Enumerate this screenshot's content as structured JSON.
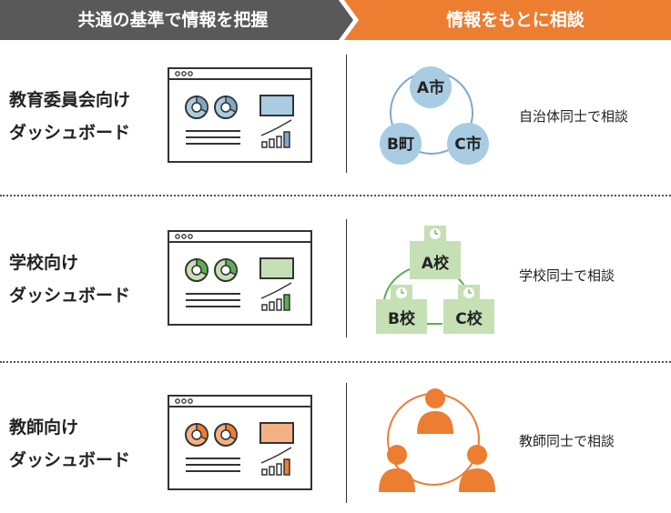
{
  "header": {
    "left_label": "共通の基準で情報を把握",
    "right_label": "情報をもとに相談",
    "left_color": "#595959",
    "right_color": "#ED7D31"
  },
  "rows": [
    {
      "label_line1": "教育委員会向け",
      "label_line2": "ダッシュボード",
      "accent": "#7FA8C9",
      "fill": "#A9CCE3",
      "nodes": [
        "A市",
        "B町",
        "C市"
      ],
      "node_type": "circle",
      "description": "自治体同士で相談"
    },
    {
      "label_line1": "学校向け",
      "label_line2": "ダッシュボード",
      "accent": "#5BAF50",
      "fill": "#C5E0B4",
      "nodes": [
        "A校",
        "B校",
        "C校"
      ],
      "node_type": "school",
      "description": "学校同士で相談"
    },
    {
      "label_line1": "教師向け",
      "label_line2": "ダッシュボード",
      "accent": "#ED7D31",
      "fill": "#F4B183",
      "nodes": [],
      "node_type": "person",
      "description": "教師同士で相談"
    }
  ]
}
